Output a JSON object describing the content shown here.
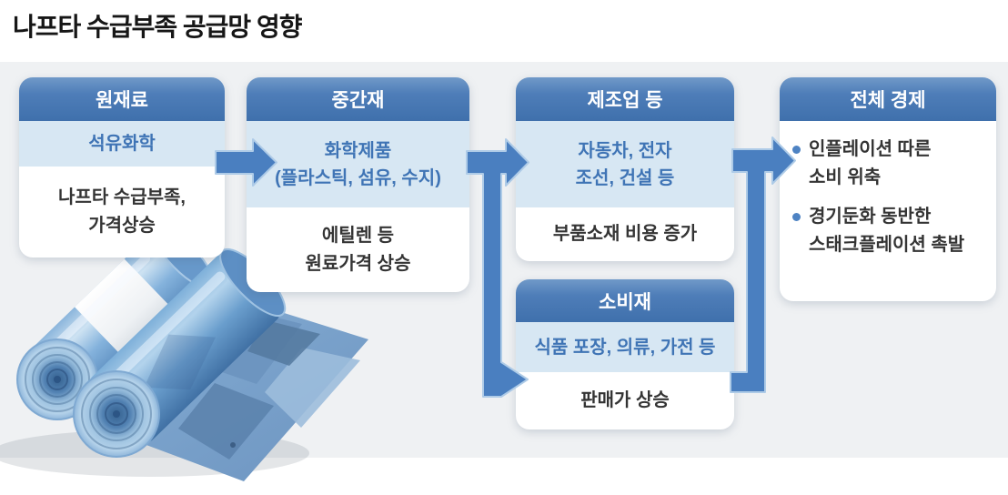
{
  "title": "나프타 수급부족 공급망 영향",
  "columns": [
    {
      "header": "원재료",
      "band": "석유화학",
      "body": "나프타 수급부족,\n가격상승"
    },
    {
      "header": "중간재",
      "band": "화학제품\n(플라스틱, 섬유, 수지)",
      "body": "에틸렌 등\n원료가격 상승"
    },
    {
      "header": "제조업 등",
      "band": "자동차, 전자\n조선, 건설 등",
      "body": "부품소재 비용 증가"
    },
    {
      "header": "소비재",
      "band": "식품 포장, 의류, 가전 등",
      "body": "판매가 상승"
    },
    {
      "header": "전체 경제",
      "bullets": [
        "인플레이션 따른\n소비 위축",
        "경기둔화 동반한\n스태크플레이션 촉발"
      ]
    }
  ],
  "graphics": {
    "arrows": [
      "right-arrow",
      "right-and-down-branch-arrow",
      "up-and-right-merge-arrow"
    ],
    "illustration": "blue-plastic-bag-rolls-on-plastic-sheet",
    "bullet_icon": "blue-dot"
  },
  "colors": {
    "header_blue_top": "#7099c8",
    "header_blue_bottom": "#3f70ac",
    "band_light_blue": "#d7e7f3",
    "band_text_blue": "#3f74b5",
    "arrow_blue": "#4a7fc0",
    "panel_gray": "#eff1f3",
    "body_text": "#343434",
    "title_text": "#161616"
  }
}
